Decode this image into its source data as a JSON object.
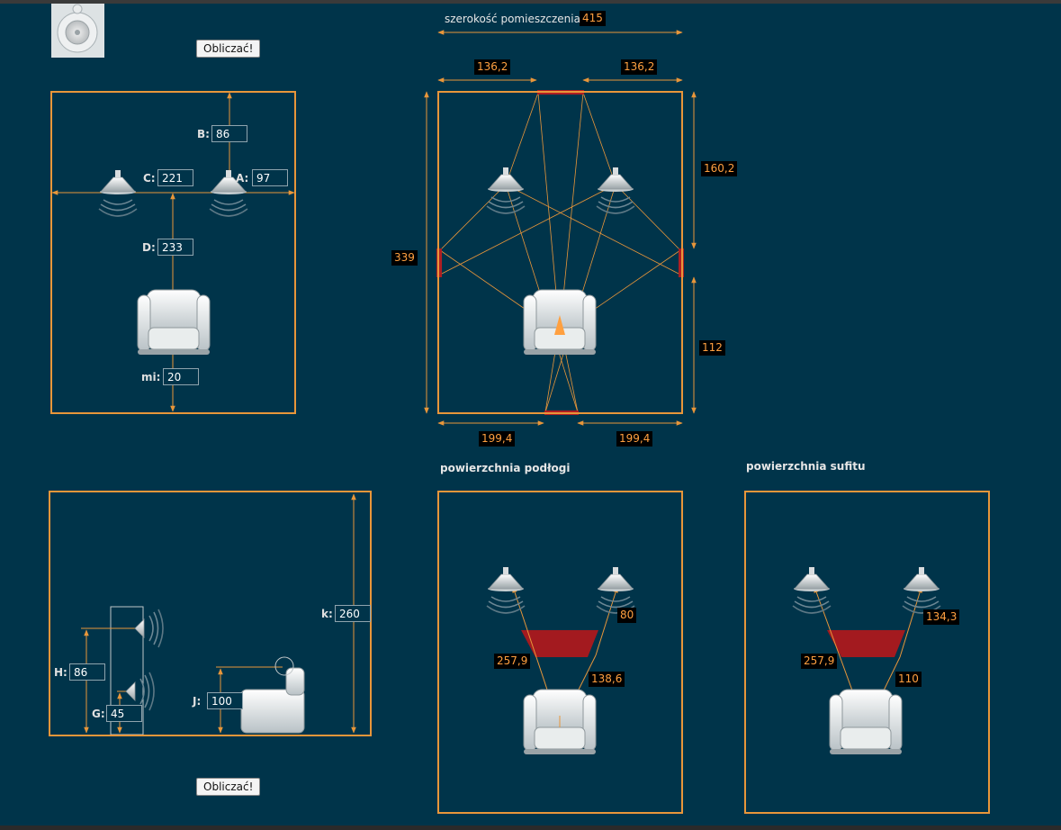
{
  "buttons": {
    "calc_top": "Obliczać!",
    "calc_bottom": "Obliczać!"
  },
  "room": {
    "width_caption": "szerokość pomieszczenia:",
    "width_value": "415"
  },
  "panel1": {
    "labels": {
      "a": "A:",
      "b": "B:",
      "c": "C:",
      "d": "D:",
      "mi": "mi:"
    },
    "values": {
      "a": "97",
      "b": "86",
      "c": "221",
      "d": "233",
      "mi": "20"
    }
  },
  "panel2": {
    "top_left": "136,2",
    "top_right": "136,2",
    "height": "339",
    "right_top": "160,2",
    "right_bottom": "112",
    "bottom_left": "199,4",
    "bottom_right": "199,4"
  },
  "panel3": {
    "labels": {
      "h": "H:",
      "g": "G:",
      "j": "J:",
      "k": "k:"
    },
    "values": {
      "h": "86",
      "g": "45",
      "j": "100",
      "k": "260"
    }
  },
  "floor": {
    "caption": "powierzchnia podłogi",
    "left_dist": "257,9",
    "right_dist": "80",
    "center_dist": "138,6"
  },
  "ceiling": {
    "caption": "powierzchnia sufitu",
    "left_dist": "257,9",
    "right_dist": "134,3",
    "center_dist": "110"
  },
  "colors": {
    "background": "#00344a",
    "accent": "#e8963a",
    "reflection": "#b01e22"
  }
}
